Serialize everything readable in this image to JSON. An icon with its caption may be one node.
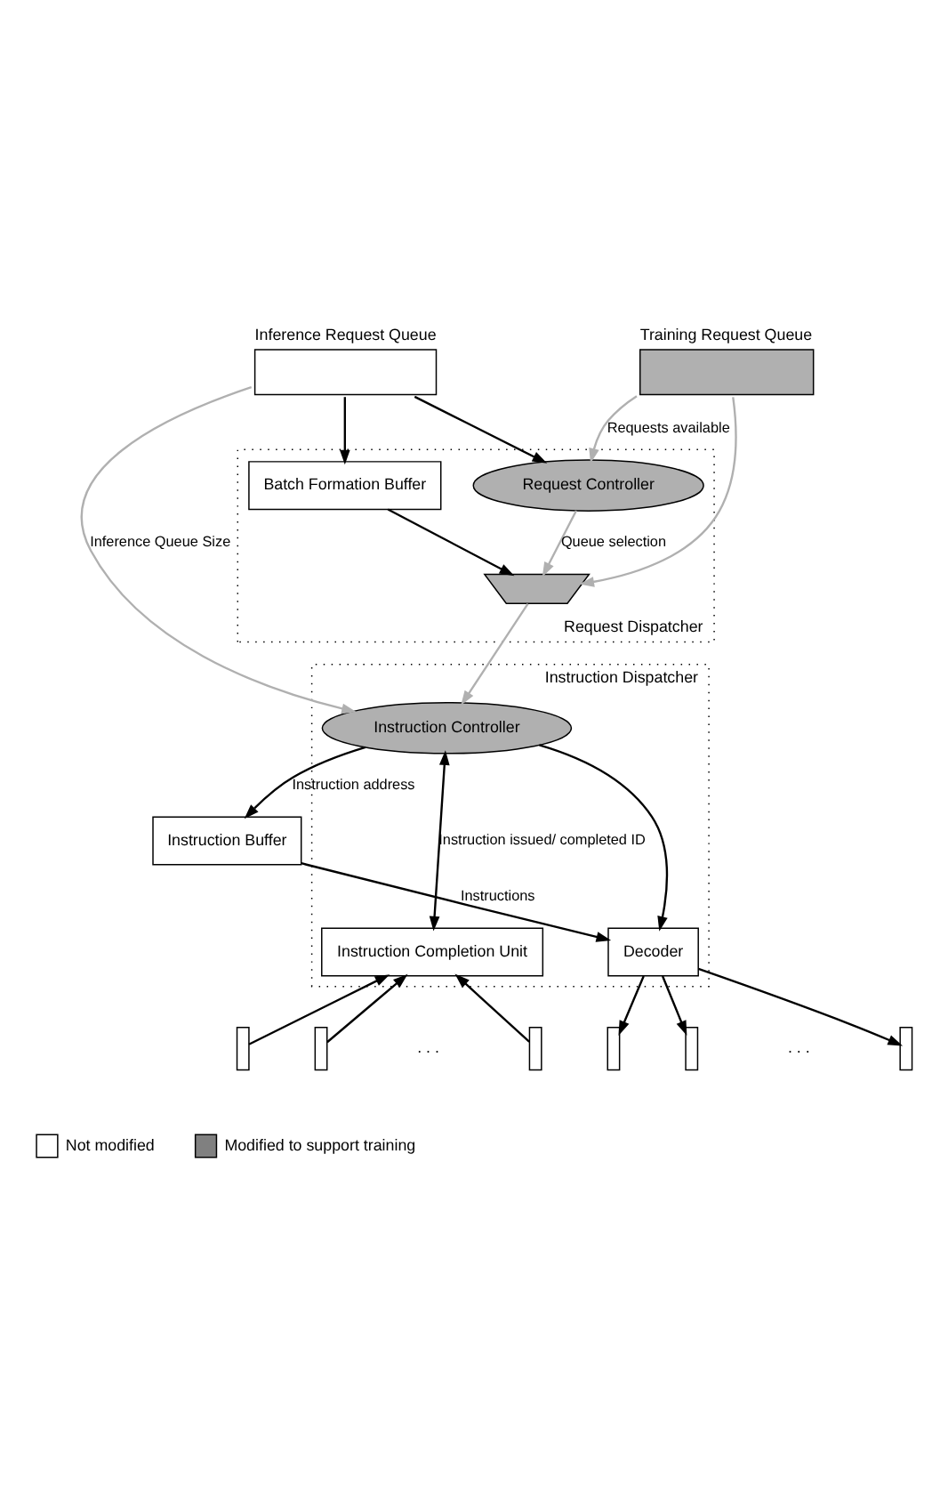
{
  "diagram": {
    "nodes": [
      {
        "text": [
          "Inference Request Queue"
        ]
      },
      {
        "text": [
          "Training Request Queue"
        ]
      },
      {
        "text": [
          "Request Dispatcher"
        ]
      },
      {
        "text": [
          "Request Controller"
        ],
        "in": 2
      },
      {
        "text": [
          "Batch Formation Buffer"
        ],
        "in": 2
      },
      {
        "text": [],
        "shape": "trapezoid",
        "in": 2
      },
      {
        "text": [
          "Instruction Dispatcher"
        ]
      },
      {
        "text": [
          "Instruction Controller"
        ],
        "in": 6
      },
      {
        "text": [
          "Instruction Buffer"
        ]
      },
      {
        "text": [
          "Instruction Completion Unit"
        ],
        "in": 6
      },
      {
        "text": [
          "Decoder"
        ],
        "in": 6
      },
      {
        "text": [],
        "shape": "box"
      },
      {
        "text": [],
        "shape": "box"
      },
      {
        "text": [],
        "shape": "box"
      },
      {
        "text": [],
        "shape": "box"
      },
      {
        "text": [],
        "shape": "box"
      },
      {
        "text": [],
        "shape": "box"
      }
    ],
    "edges": [
      {
        "from": 1,
        "to": 3,
        "arrow": "to",
        "label": "Requests available",
        "color": "#b0b0b0"
      },
      {
        "from": 0,
        "to": 3,
        "arrow": "to"
      },
      {
        "from": 0,
        "to": 4,
        "arrow": "to"
      },
      {
        "from": 0,
        "to": 7,
        "arrow": "to",
        "label": "Inference Queue Size",
        "color": "#b0b0b0"
      },
      {
        "from": 1,
        "to": 5,
        "arrow": "to",
        "color": "#b0b0b0"
      },
      {
        "from": 4,
        "to": 5,
        "arrow": "to"
      },
      {
        "from": 3,
        "to": 5,
        "arrow": "to",
        "label": "Queue selection",
        "color": "#b0b0b0"
      },
      {
        "from": 5,
        "to": 7,
        "arrow": "to",
        "color": "#b0b0b0"
      },
      {
        "from": 7,
        "to": 8,
        "arrow": "to",
        "label": "Instruction address"
      },
      {
        "from": 7,
        "to": 10,
        "arrow": "to"
      },
      {
        "from": 7,
        "to": 9,
        "arrow": "both",
        "label": "Instruction issued/ completed ID"
      },
      {
        "from": 8,
        "to": 10,
        "arrow": "to",
        "label": "Instructions"
      },
      {
        "from": 11,
        "to": 9,
        "arrow": "to"
      },
      {
        "from": 12,
        "to": 9,
        "arrow": "to"
      },
      {
        "from": 13,
        "to": 9,
        "arrow": "to"
      },
      {
        "from": 10,
        "to": 14,
        "arrow": "to"
      },
      {
        "from": 10,
        "to": 15,
        "arrow": "to"
      },
      {
        "from": 10,
        "to": 16,
        "arrow": "to"
      }
    ],
    "labels": [
      ". . .",
      ". . ."
    ],
    "legend": [
      {
        "text": "Not modified",
        "color": "#ffffff"
      },
      {
        "text": "Modified to support training",
        "color": "#808080"
      }
    ]
  }
}
